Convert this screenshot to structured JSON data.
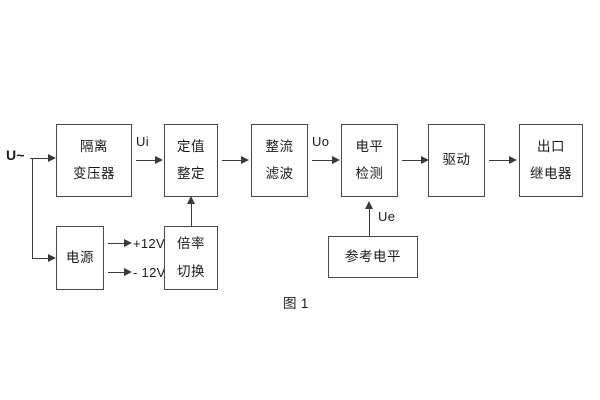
{
  "figure": {
    "caption": "图 1",
    "background_color": "#ffffff",
    "line_color": "#3a3a3a",
    "box_border_color": "#4a4a4a",
    "text_color": "#1a1a1a"
  },
  "blocks": [
    {
      "id": "isolation-transformer",
      "line1": "隔离",
      "line2": "变压器"
    },
    {
      "id": "setting-value",
      "line1": "定值",
      "line2": "整定"
    },
    {
      "id": "rectify-filter",
      "line1": "整流",
      "line2": "滤波"
    },
    {
      "id": "level-detect",
      "line1": "电平",
      "line2": "检测"
    },
    {
      "id": "drive",
      "line1": "驱动",
      "line2": ""
    },
    {
      "id": "output-relay",
      "line1": "出口",
      "line2": "继电器"
    },
    {
      "id": "power-supply",
      "line1": "电源",
      "line2": ""
    },
    {
      "id": "multiplier-switch",
      "line1": "倍率",
      "line2": "切换"
    },
    {
      "id": "reference-level",
      "line1": "参考电平",
      "line2": ""
    }
  ],
  "signals": {
    "input_supply": "U~",
    "ui": "Ui",
    "uo": "Uo",
    "ue": "Ue",
    "rail_positive": "+12V",
    "rail_negative": "- 12V"
  }
}
